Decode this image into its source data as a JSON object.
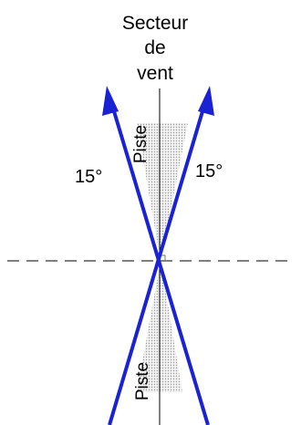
{
  "title_lines": [
    "Secteur",
    "de",
    "vent"
  ],
  "angle_left": "15°",
  "angle_right": "15°",
  "runway_top_label": "Piste",
  "runway_bottom_label": "Piste",
  "colors": {
    "wind_lines": "#1a22d6",
    "runway_fill": "#d9d9d9",
    "axis_lines": "#000000"
  }
}
